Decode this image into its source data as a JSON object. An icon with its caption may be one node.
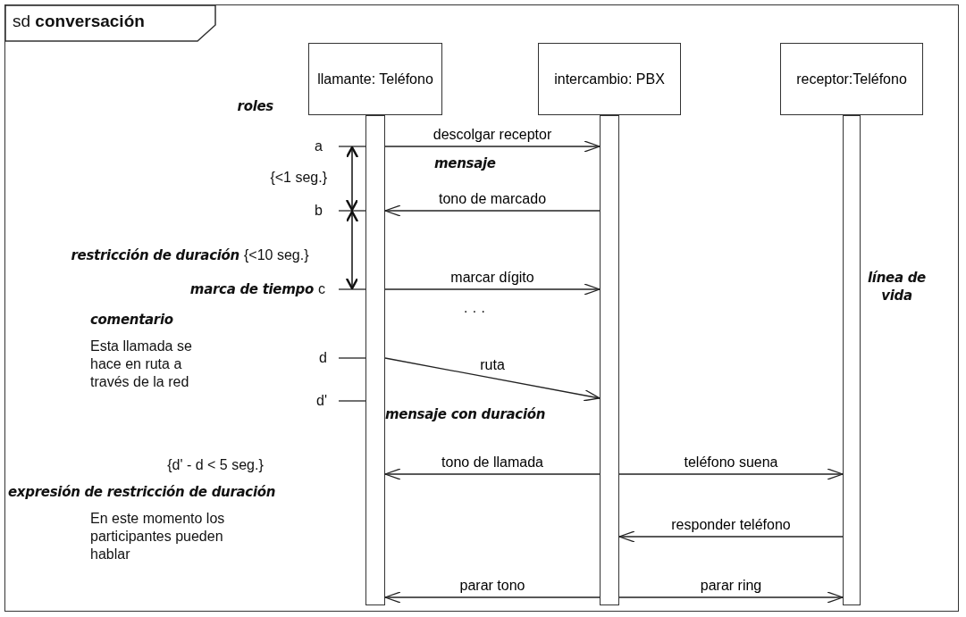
{
  "diagram": {
    "nodes": [
      {
        "text": [
          "sd **conversación**"
        ]
      },
      {
        "text": [
          "llamante: Teléfono"
        ],
        "in": 0
      },
      {
        "text": [
          "intercambio: PBX"
        ],
        "in": 0
      },
      {
        "text": [
          "receptor:Teléfono"
        ],
        "in": 0
      },
      {
        "text": [],
        "shape": "bar",
        "in": 0
      },
      {
        "text": [],
        "shape": "bar",
        "in": 0
      },
      {
        "text": [],
        "shape": "bar",
        "in": 0
      }
    ],
    "edges": [
      {
        "from": 4,
        "to": 5,
        "arrow": "to",
        "label": "descolgar receptor"
      },
      {
        "from": 5,
        "to": 4,
        "arrow": "to",
        "label": "tono de marcado"
      },
      {
        "from": 4,
        "to": 5,
        "arrow": "to",
        "label": "marcar dígito"
      },
      {
        "from": 4,
        "to": 5,
        "arrow": "to",
        "label": "ruta"
      },
      {
        "from": 5,
        "to": 4,
        "arrow": "to",
        "label": "tono de llamada"
      },
      {
        "from": 5,
        "to": 6,
        "arrow": "to",
        "label": "teléfono suena"
      },
      {
        "from": 6,
        "to": 5,
        "arrow": "to",
        "label": "responder teléfono"
      },
      {
        "from": 5,
        "to": 4,
        "arrow": "to",
        "label": "parar tono"
      },
      {
        "from": 5,
        "to": 6,
        "arrow": "to",
        "label": "parar ring"
      }
    ],
    "labels": [
      "roles",
      "a",
      "mensaje",
      "{<1 seg.}",
      "b",
      "restricción de duración",
      "{<10 seg.}",
      "línea de vida",
      "marca de tiempo",
      "c",
      "· · ·",
      "comentario",
      "Esta llamada se hace en ruta a través de la red",
      "d",
      "d'",
      "mensaje con duración",
      "{d' - d < 5 seg.}",
      "expresión de restricción de duración",
      "En este momento los participantes pueden hablar"
    ]
  }
}
